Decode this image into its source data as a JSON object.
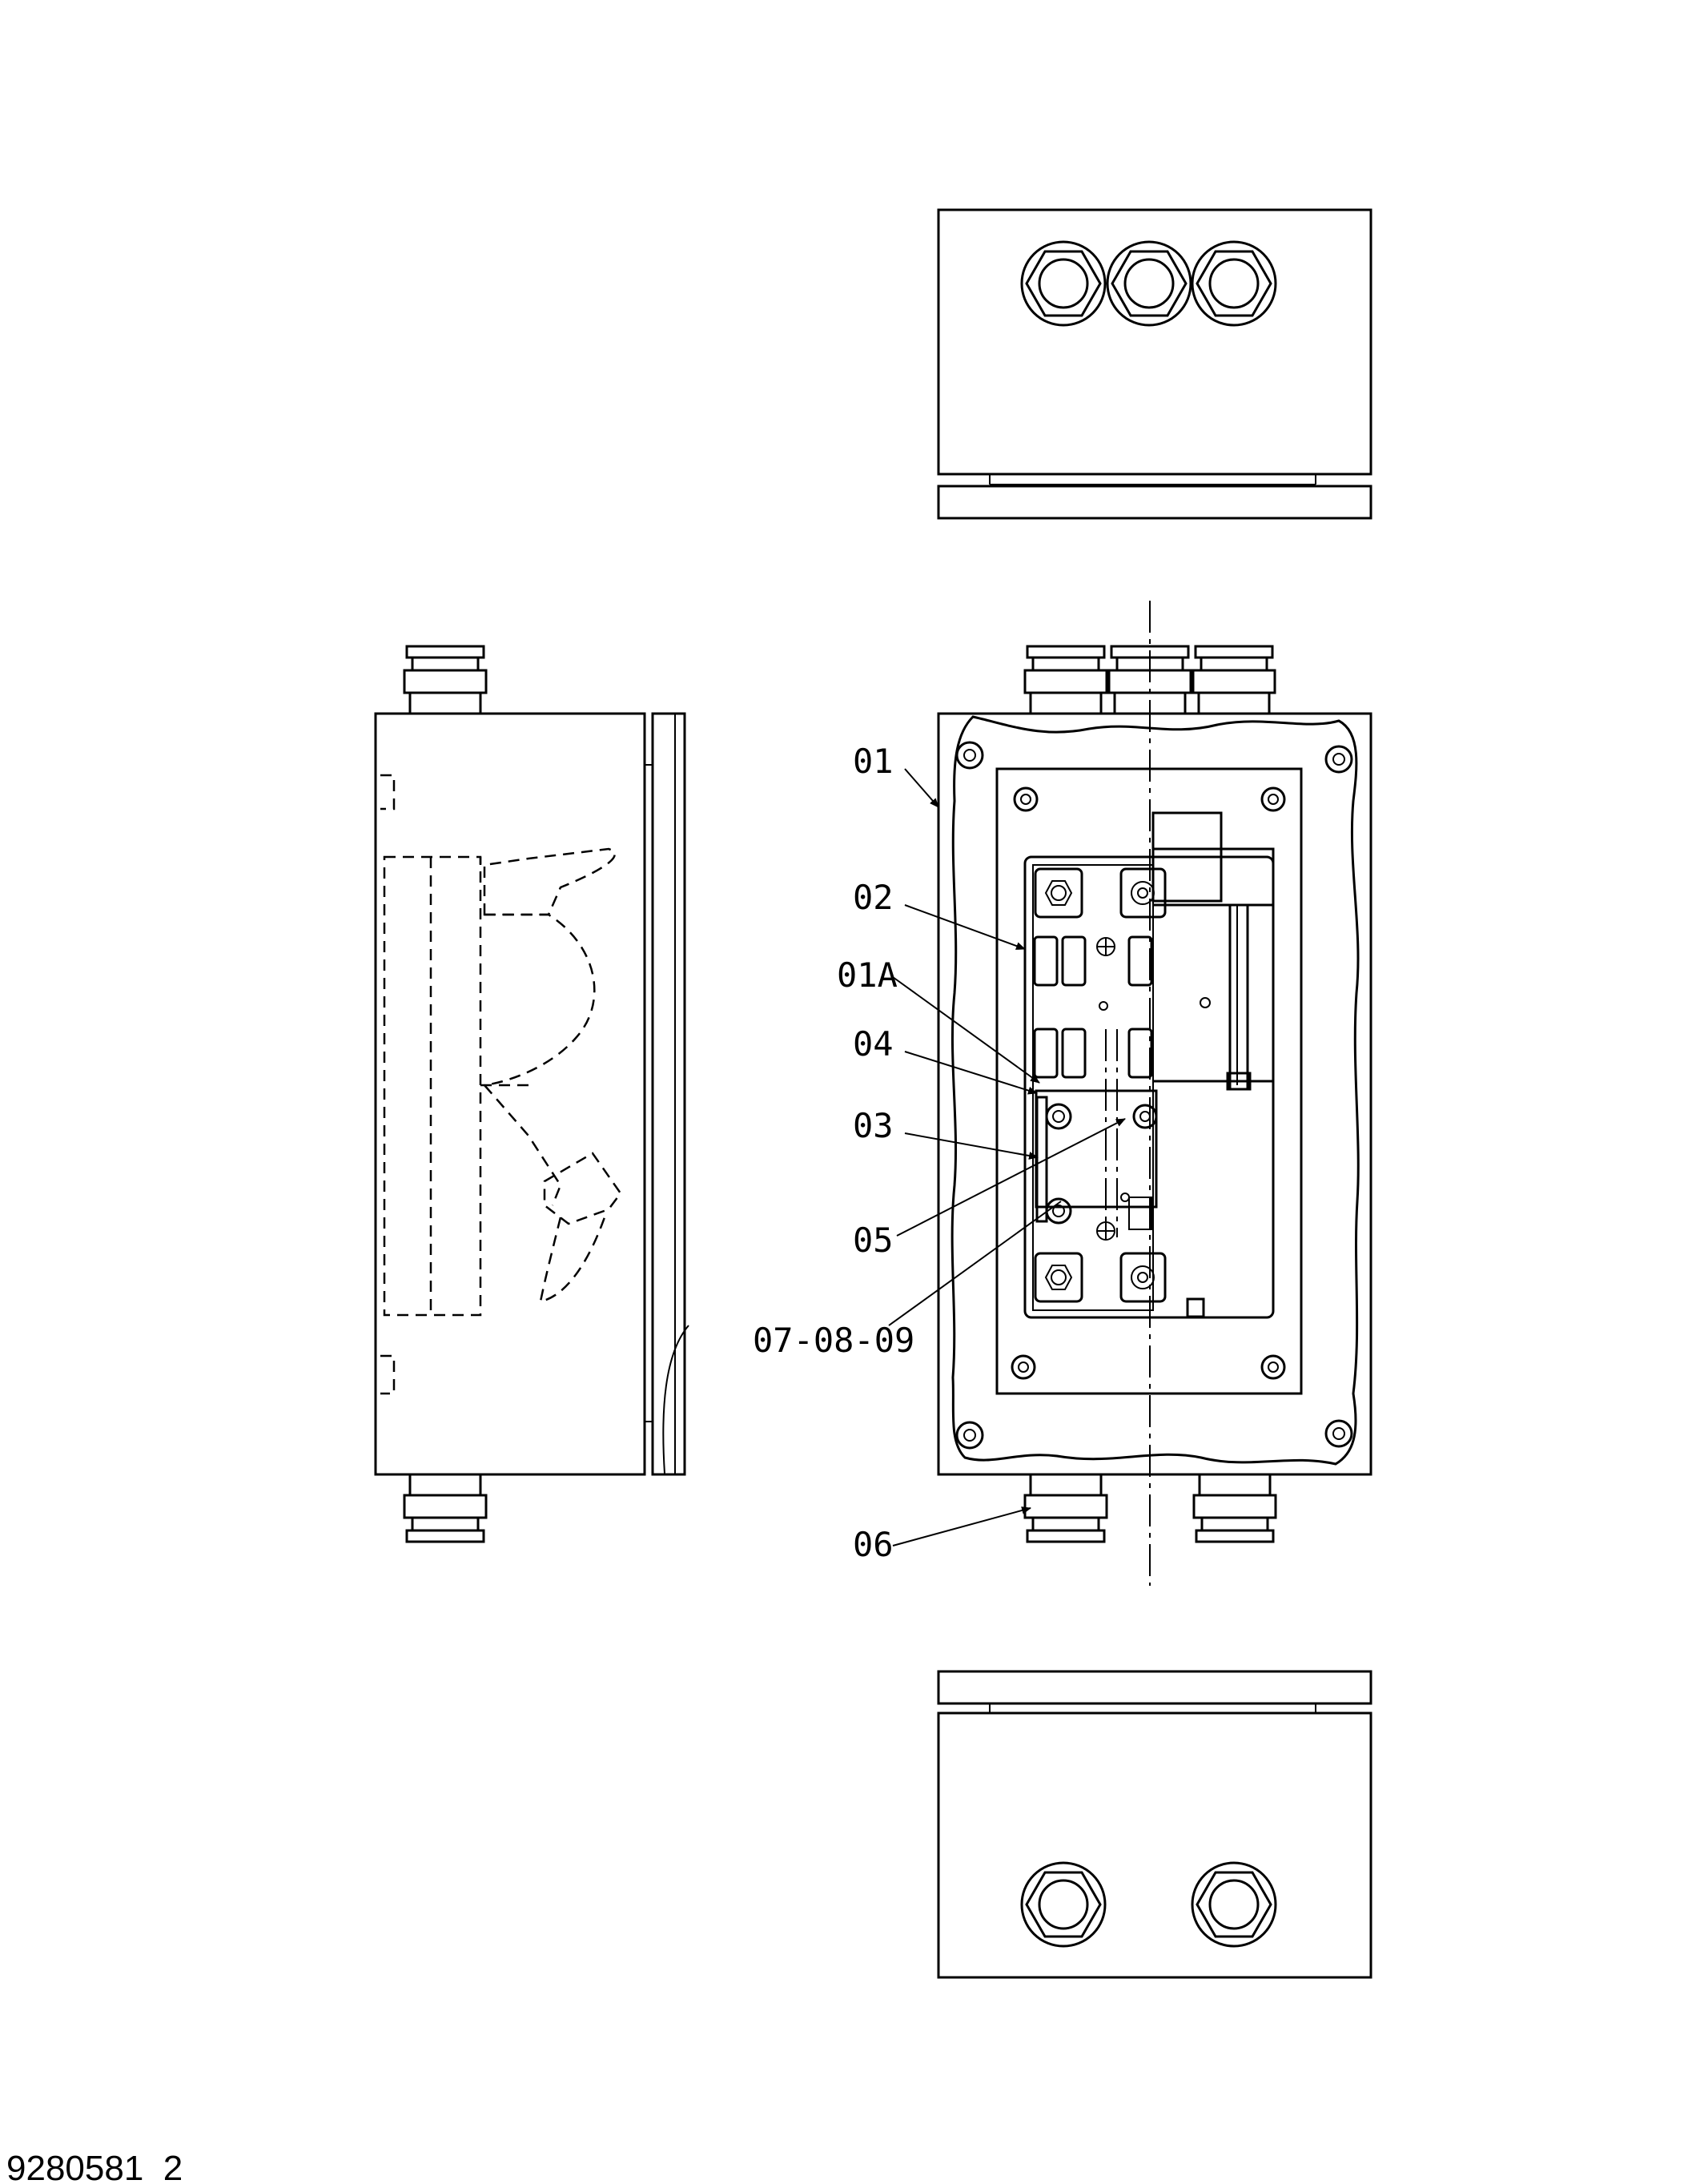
{
  "drawing_ref": "9280581_2",
  "callouts": [
    {
      "id": "01",
      "label": "01"
    },
    {
      "id": "02",
      "label": "02"
    },
    {
      "id": "01A",
      "label": "01A"
    },
    {
      "id": "04",
      "label": "04"
    },
    {
      "id": "03",
      "label": "03"
    },
    {
      "id": "05",
      "label": "05"
    },
    {
      "id": "07-08-09",
      "label": "07-08-09"
    },
    {
      "id": "06",
      "label": "06"
    }
  ]
}
